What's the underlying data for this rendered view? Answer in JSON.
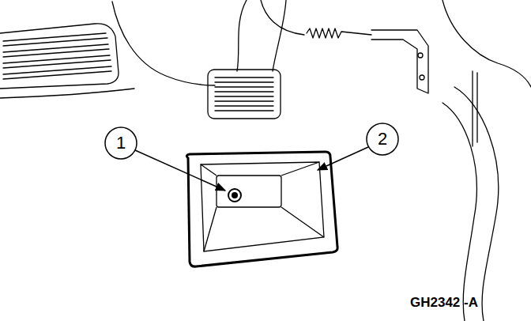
{
  "diagram": {
    "labels": [
      "1",
      "2",
      "GH2342 -A"
    ]
  }
}
